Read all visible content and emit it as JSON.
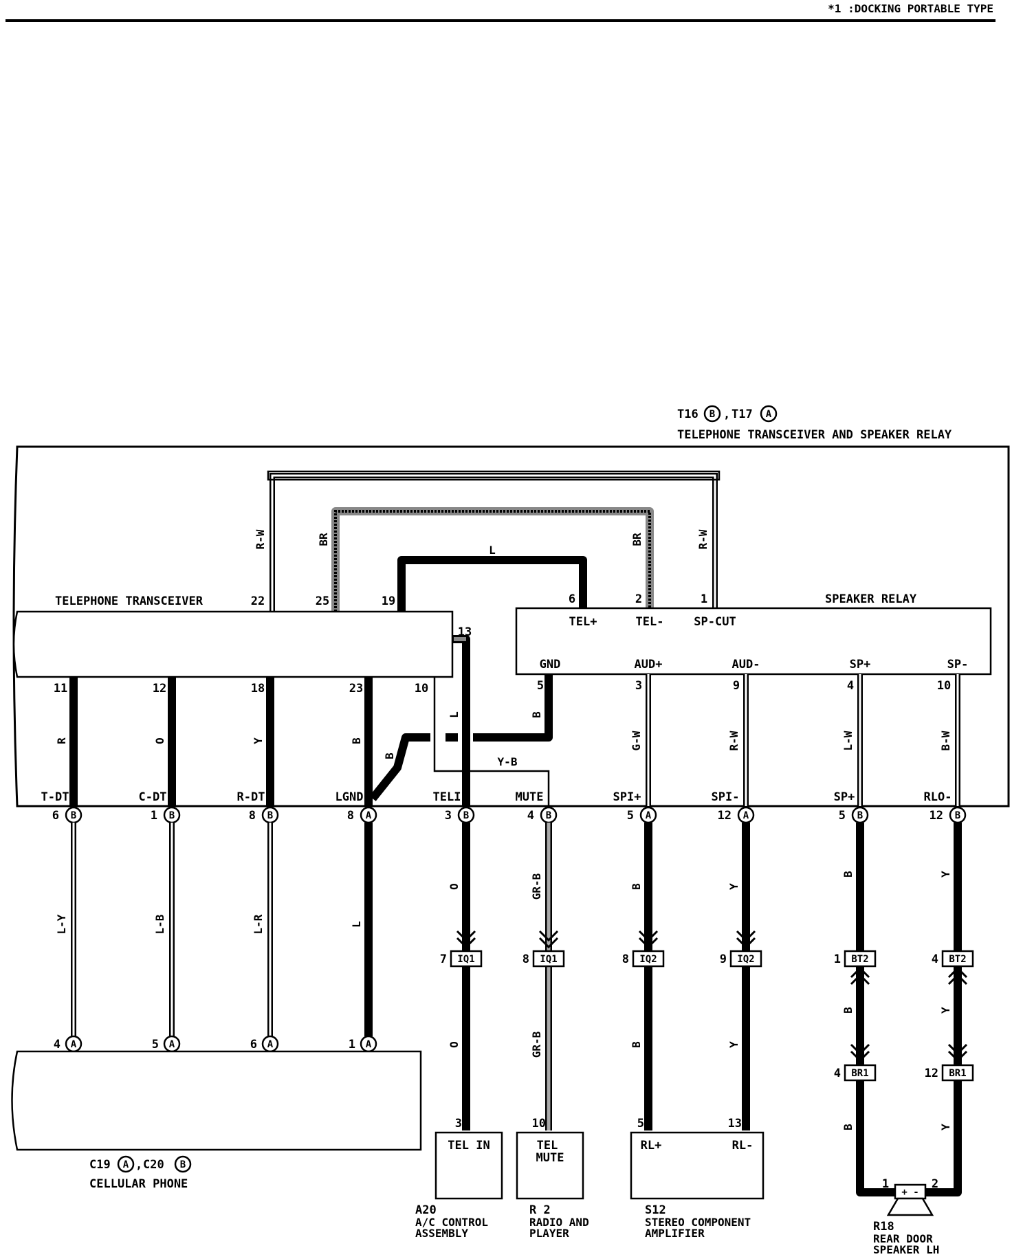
{
  "header": {
    "note": "*1 :DOCKING PORTABLE TYPE"
  },
  "transceiver_relay": {
    "ref": "T16",
    "connector_b": "B",
    "ref2": "T17",
    "connector_a": "A",
    "title": "TELEPHONE TRANSCEIVER AND SPEAKER RELAY",
    "telephone_transceiver": "TELEPHONE TRANSCEIVER",
    "speaker_relay": "SPEAKER RELAY"
  },
  "internal_wires": {
    "rw": "R-W",
    "br": "BR",
    "l": "L",
    "yb": "Y-B",
    "b": "B",
    "r": "R",
    "o": "O",
    "y": "Y",
    "gw": "G-W",
    "lw": "L-W",
    "bw": "B-W"
  },
  "transceiver_pins_top": [
    "22",
    "25",
    "19",
    "13"
  ],
  "relay_pins_top": [
    "6",
    "2",
    "1"
  ],
  "relay_terminals_top": [
    "TEL+",
    "TEL-",
    "SP-CUT"
  ],
  "relay_terminals_bottom": [
    "GND",
    "AUD+",
    "AUD-",
    "SP+",
    "SP-"
  ],
  "relay_pins_bottom": [
    "5",
    "3",
    "9",
    "4",
    "10"
  ],
  "transceiver_pins_bottom": [
    "11",
    "12",
    "18",
    "23",
    "10"
  ],
  "bottom_terminals": [
    "T-DT",
    "C-DT",
    "R-DT",
    "LGND",
    "TELI",
    "MUTE",
    "SPI+",
    "SPI-",
    "SP+",
    "RLO-"
  ],
  "bottom_pins": [
    "6",
    "1",
    "8",
    "8",
    "3",
    "4",
    "5",
    "12",
    "5",
    "12"
  ],
  "bottom_conns": [
    "B",
    "B",
    "B",
    "A",
    "B",
    "B",
    "A",
    "A",
    "B",
    "B"
  ],
  "ext_wires": {
    "ly": "L-Y",
    "lb": "L-B",
    "lr": "L-R",
    "l": "L",
    "o": "O",
    "grb": "GR-B",
    "b": "B",
    "y": "Y"
  },
  "junctions": {
    "iq1": "IQ1",
    "iq2": "IQ2",
    "bt2": "BT2",
    "br1": "BR1",
    "pin7": "7",
    "pin8a": "8",
    "pin8b": "8",
    "pin9": "9",
    "pin1": "1",
    "pin4": "4",
    "pin4b": "4",
    "pin12": "12"
  },
  "cellular": {
    "pins": [
      "4",
      "5",
      "6",
      "1"
    ],
    "conn": "A",
    "ref": "C19",
    "conn_a": "A",
    "ref2": "C20",
    "conn_b": "B",
    "name": "CELLULAR PHONE"
  },
  "ac": {
    "pin": "3",
    "terminal": "TEL IN",
    "ref": "A20",
    "name1": "A/C CONTROL",
    "name2": "ASSEMBLY"
  },
  "radio": {
    "pin": "10",
    "terminal1": "TEL",
    "terminal2": "MUTE",
    "ref": "R 2",
    "name1": "RADIO AND",
    "name2": "PLAYER"
  },
  "amp": {
    "pin_left": "5",
    "pin_right": "13",
    "terminal_left": "RL+",
    "terminal_right": "RL-",
    "ref": "S12",
    "name1": "STEREO COMPONENT",
    "name2": "AMPLIFIER"
  },
  "speaker": {
    "pin_left": "1",
    "pin_right": "2",
    "polarity": "+ -",
    "ref": "R18",
    "name1": "REAR DOOR",
    "name2": "SPEAKER LH"
  }
}
